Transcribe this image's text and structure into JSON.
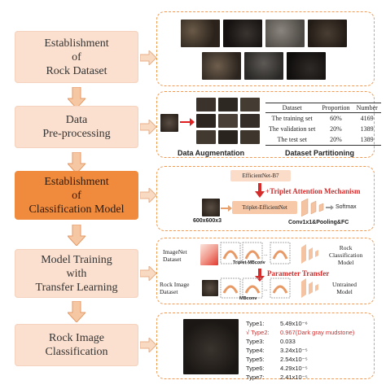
{
  "steps": [
    {
      "label": "Establishment\nof\nRock Dataset"
    },
    {
      "label": "Data\nPre-processing"
    },
    {
      "label": "Establishment\nof\nClassification Model"
    },
    {
      "label": "Model Training\nwith\nTransfer Learning"
    },
    {
      "label": "Rock Image\nClassification"
    }
  ],
  "preprocessing": {
    "augmentation_caption": "Data Augmentation",
    "partition_caption": "Dataset Partitioning",
    "table_headers": [
      "Dataset",
      "Proportion",
      "Number"
    ],
    "table_rows": [
      [
        "The training set",
        "60%",
        "4169"
      ],
      [
        "The validation set",
        "20%",
        "1389"
      ],
      [
        "The test set",
        "20%",
        "1389"
      ]
    ]
  },
  "model": {
    "backbone": "EfficientNet-B7",
    "attention": "+Triplet Attention Mechanism",
    "network": "Triplet-EfficientNet",
    "input_size": "600x600x3",
    "head": "Conv1x1&Pooling&FC",
    "softmax": "Softmax"
  },
  "transfer": {
    "source_dataset": "ImageNet\nDataset",
    "source_model_tag": "Triplet-MBconv",
    "source_output": "Rock\nClassification\nModel",
    "transfer_label": "Parameter Transfer",
    "target_dataset": "Rock Image\nDataset",
    "target_model_tag": "MBconv",
    "target_output": "Untrained\nModel"
  },
  "classification": {
    "results": [
      {
        "type": "Type1:",
        "value": "5.49x10⁻⁶",
        "selected": false
      },
      {
        "type": "√ Type2:",
        "value": "0.967(Dark gray mudstone)",
        "selected": true
      },
      {
        "type": "Type3:",
        "value": "0.033",
        "selected": false
      },
      {
        "type": "Type4:",
        "value": "3.24x10⁻⁵",
        "selected": false
      },
      {
        "type": "Type5:",
        "value": "2.54x10⁻⁵",
        "selected": false
      },
      {
        "type": "Type6:",
        "value": "4.29x10⁻⁵",
        "selected": false
      },
      {
        "type": "Type7:",
        "value": "2.41x10⁻⁵",
        "selected": false
      }
    ]
  },
  "colors": {
    "step_fill": "#fbe0cf",
    "step_active": "#f08a3c",
    "panel_border": "#f09a50",
    "accent_red": "#d42b2b"
  }
}
